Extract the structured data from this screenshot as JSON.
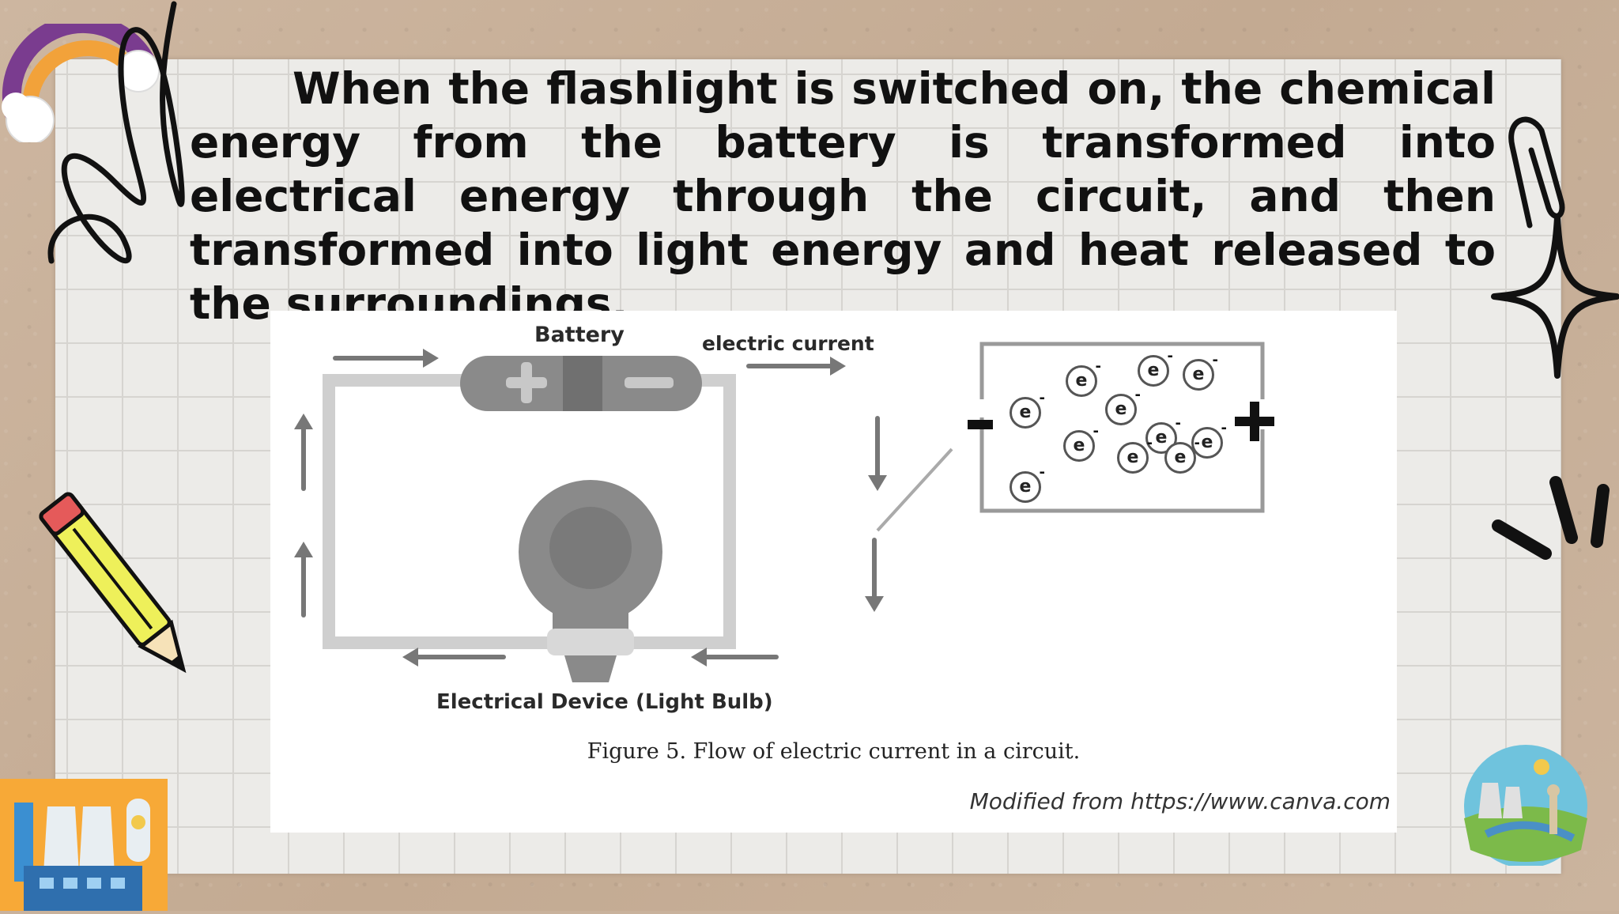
{
  "slide": {
    "paragraph": "When the flashlight is switched on, the chemical energy from the battery is transformed into electrical energy through the circuit, and then transformed into light energy and heat released to the surroundings."
  },
  "figure": {
    "battery_label": "Battery",
    "current_label": "electric current",
    "device_label": "Electrical Device (Light Bulb)",
    "electron_symbol": "e",
    "negative_sign": "-",
    "positive_sign": "+",
    "caption": "Figure 5. Flow of electric current in a circuit.",
    "credit": "Modified from  https://www.canva.com"
  },
  "decorations": [
    "rainbow-doodle-icon",
    "swirl-doodle-icon",
    "paperclip-icon",
    "sparkle-star-icon",
    "burst-lines-icon",
    "pencil-icon",
    "power-plant-icon",
    "energy-globe-icon"
  ],
  "colors": {
    "background": "#c9b29c",
    "paper": "#ecebe8",
    "text": "#111111",
    "diagram_gray": "#8a8a8a"
  }
}
